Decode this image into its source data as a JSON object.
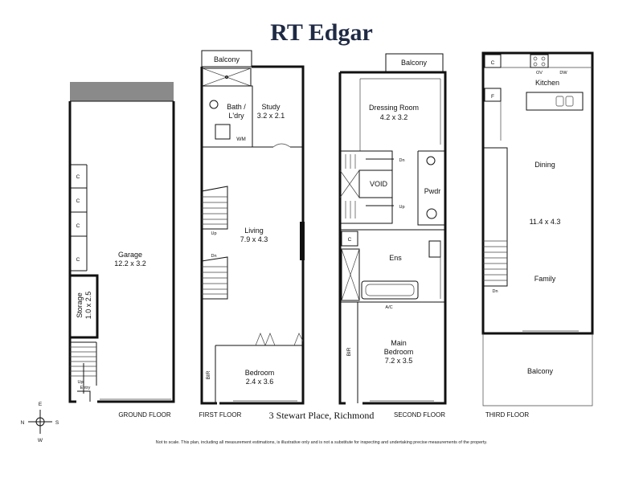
{
  "brand": "RT Edgar",
  "address": "3 Stewart Place, Richmond",
  "disclaimer": "Not to scale. This plan, including all measurement estimations, is illustrative only and is not a substitute for inspecting and undertaking precise measurements of the property.",
  "compass": {
    "n": "N",
    "s": "S",
    "e": "E",
    "w": "W"
  },
  "floors": {
    "ground": {
      "label": "GROUND FLOOR",
      "garage_name": "Garage",
      "garage_dims": "12.2 x 3.2",
      "storage_name": "Storage",
      "storage_dims": "1.0 x 2.5",
      "cupboard": "C",
      "up": "Up",
      "entry": "Entry"
    },
    "first": {
      "label": "FIRST FLOOR",
      "balcony": "Balcony",
      "bath_name": "Bath /",
      "bath_name2": "L'dry",
      "wm": "WM",
      "study_name": "Study",
      "study_dims": "3.2 x 2.1",
      "up": "Up",
      "dn": "Dn",
      "living_name": "Living",
      "living_dims": "7.9 x 4.3",
      "bir": "BIR",
      "bedroom_name": "Bedroom",
      "bedroom_dims": "2.4 x 3.6"
    },
    "second": {
      "label": "SECOND FLOOR",
      "balcony": "Balcony",
      "dressing_name": "Dressing Room",
      "dressing_dims": "4.2 x 3.2",
      "dn": "Dn",
      "void": "VOID",
      "up": "Up",
      "pwdr": "Pwdr",
      "c": "C",
      "ens": "Ens",
      "ac": "A/C",
      "bir": "BIR",
      "main_name": "Main",
      "main_name2": "Bedroom",
      "main_dims": "7.2 x 3.5"
    },
    "third": {
      "label": "THIRD FLOOR",
      "c": "C",
      "ov": "OV",
      "dw": "DW",
      "kitchen": "Kitchen",
      "f": "F",
      "dining": "Dining",
      "dims": "11.4 x 4.3",
      "family": "Family",
      "dn": "Dn",
      "balcony": "Balcony"
    }
  }
}
